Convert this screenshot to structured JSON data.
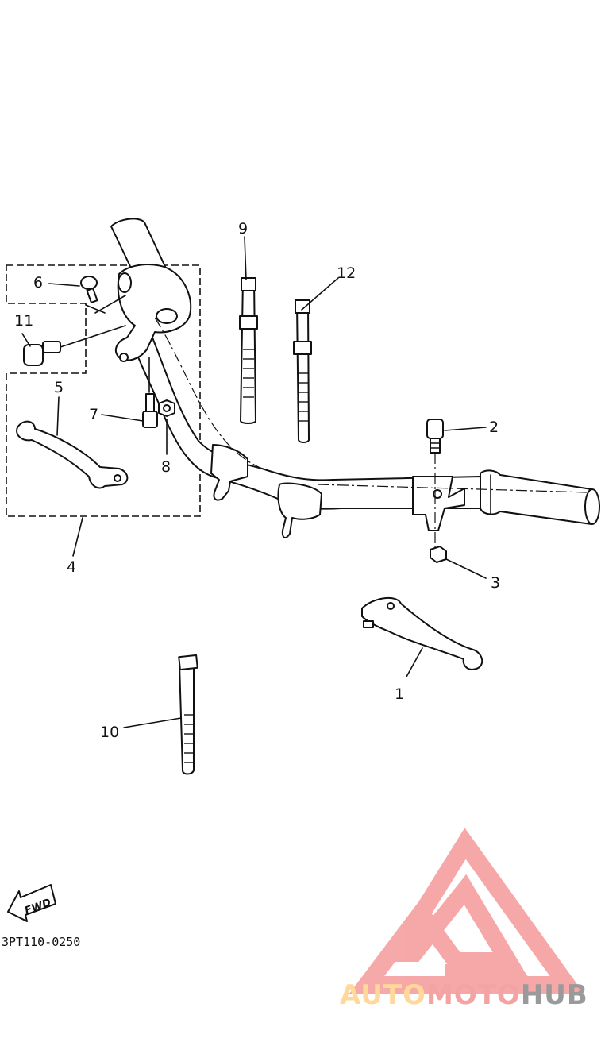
{
  "diagram": {
    "callouts": [
      "1",
      "2",
      "3",
      "4",
      "5",
      "6",
      "7",
      "8",
      "9",
      "10",
      "11",
      "12"
    ],
    "drawing_code": "3PT110-0250",
    "fwd_label": "FWD"
  },
  "watermark": {
    "auto": "AUTO",
    "moto": "MOTO",
    "hub": "HUB",
    "colors": {
      "auto": "#ffd89a",
      "moto": "#f4a3a3",
      "hub": "#9a9a9a",
      "logo": "#f59a9a"
    }
  }
}
